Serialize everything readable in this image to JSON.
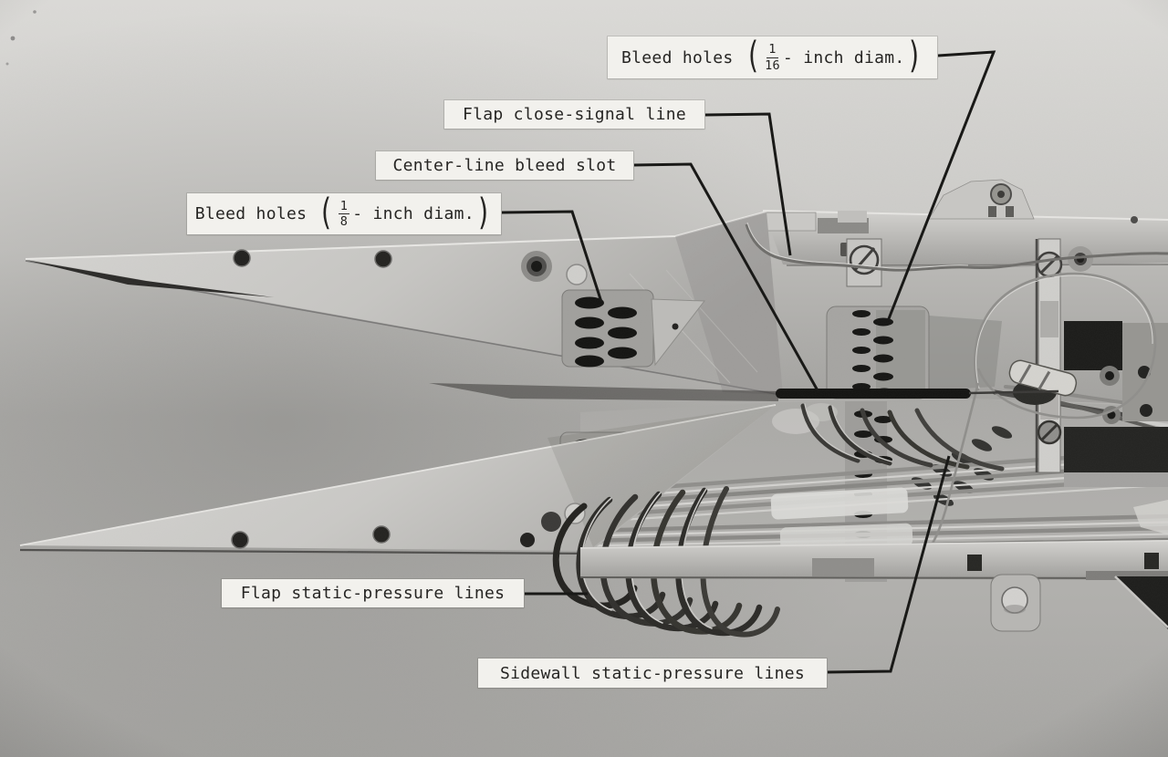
{
  "figure": {
    "kind": "annotated-grayscale-photograph",
    "colors": {
      "label_background": "#f2f1ed",
      "label_text": "#262523",
      "leader_line": "#191917",
      "photo_light_gray": "#d8d7d4",
      "photo_mid_gray": "#aeadaa",
      "photo_dark_feature": "#1b1b19"
    }
  },
  "annotations": {
    "bleed_holes_sixteenth": {
      "prefix": "Bleed holes",
      "paren_open": "(",
      "numerator": "1",
      "denominator": "16",
      "suffix": "- inch diam.",
      "paren_close": ")"
    },
    "flap_close_signal": {
      "text": "Flap close-signal line"
    },
    "center_line_bleed_slot": {
      "text": "Center-line bleed slot"
    },
    "bleed_holes_eighth": {
      "prefix": "Bleed holes",
      "paren_open": "(",
      "numerator": "1",
      "denominator": "8",
      "suffix": "- inch diam.",
      "paren_close": ")"
    },
    "flap_static_pressure": {
      "text": "Flap static-pressure lines"
    },
    "sidewall_static_pressure": {
      "text": "Sidewall static-pressure lines"
    }
  }
}
